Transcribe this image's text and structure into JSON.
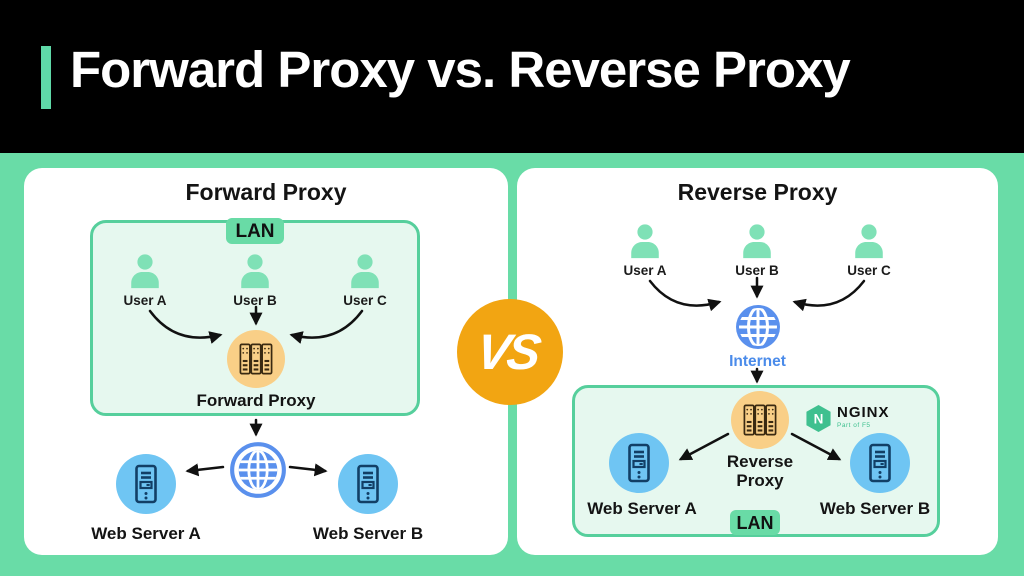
{
  "header": {
    "title": "Forward Proxy vs. Reverse Proxy"
  },
  "vs_label": "VS",
  "forward": {
    "title": "Forward Proxy",
    "lan_label": "LAN",
    "users": [
      "User A",
      "User B",
      "User C"
    ],
    "proxy_label": "Forward Proxy",
    "servers": [
      "Web Server A",
      "Web Server B"
    ]
  },
  "reverse": {
    "title": "Reverse Proxy",
    "users": [
      "User A",
      "User B",
      "User C"
    ],
    "internet_label": "Internet",
    "proxy_label": "Reverse Proxy",
    "lan_label": "LAN",
    "nginx": {
      "letter": "N",
      "name": "NGINX",
      "tagline": "Part of F5"
    },
    "servers": [
      "Web Server A",
      "Web Server B"
    ]
  },
  "colors": {
    "background_green": "#69DCA7",
    "header_black": "#000000",
    "accent_teal": "#5FD9A8",
    "lan_fill": "#E6F8EF",
    "lan_border": "#56CF9C",
    "user_green": "#7FE1B6",
    "proxy_yellow": "#F9CF87",
    "globe_blue": "#5A90ED",
    "internet_text_blue": "#4A8BEA",
    "web_server_blue": "#6FC5F3",
    "vs_orange": "#F2A512",
    "nginx_green": "#3FC08F",
    "arrow_black": "#111111"
  }
}
